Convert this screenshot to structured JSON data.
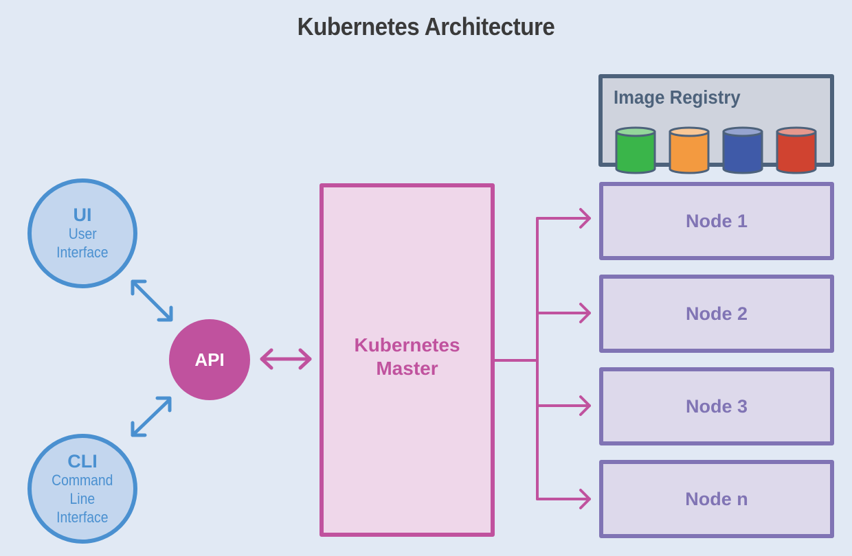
{
  "title": "Kubernetes Architecture",
  "clients": [
    {
      "abbr": "UI",
      "lines": [
        "User",
        "Interface"
      ]
    },
    {
      "abbr": "CLI",
      "lines": [
        "Command",
        "Line",
        "Interface"
      ]
    }
  ],
  "api": {
    "label": "API"
  },
  "master": {
    "lines": [
      "Kubernetes",
      "Master"
    ]
  },
  "registry": {
    "label": "Image Registry",
    "images": [
      {
        "name": "image-green",
        "color": "#3ab54a"
      },
      {
        "name": "image-orange",
        "color": "#f39a40"
      },
      {
        "name": "image-blue",
        "color": "#3f5aa8"
      },
      {
        "name": "image-red",
        "color": "#d04330"
      }
    ]
  },
  "nodes": [
    {
      "label": "Node 1"
    },
    {
      "label": "Node 2"
    },
    {
      "label": "Node 3"
    },
    {
      "label": "Node n"
    }
  ],
  "colors": {
    "client": "#4a90d0",
    "api": "#c0529e",
    "node": "#8074b4",
    "registry": "#4d627b",
    "background": "#e1e9f4"
  }
}
